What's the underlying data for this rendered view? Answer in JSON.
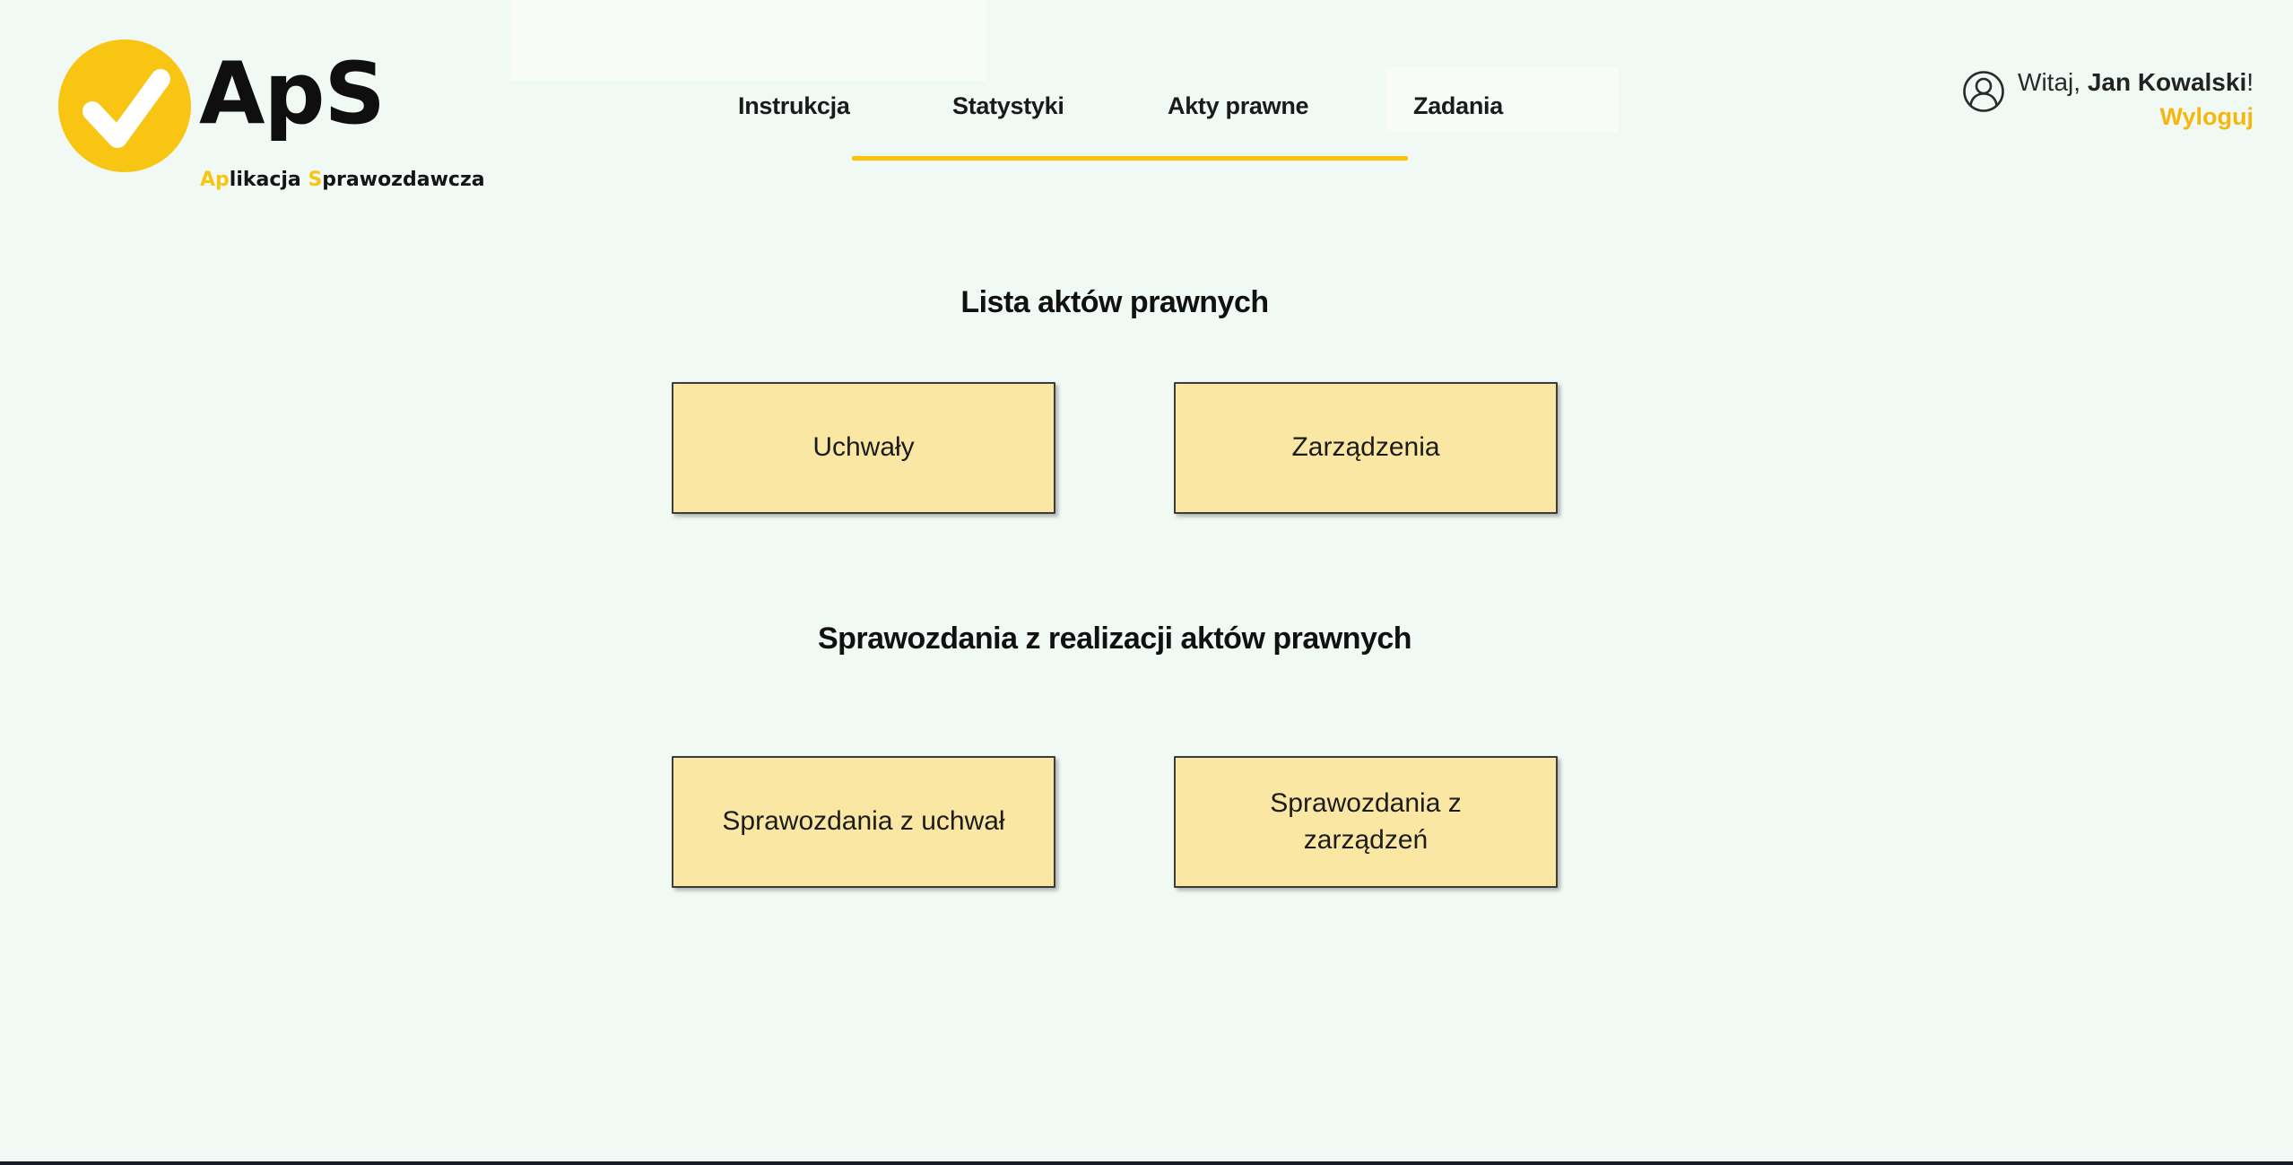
{
  "app": {
    "wordmark": "ApS",
    "subtitle": {
      "seg_ap": "Ap",
      "seg_likacja": "likacja ",
      "seg_s": "S",
      "seg_rest": "prawozdawcza"
    }
  },
  "colors": {
    "background": "#F0F9F3",
    "brand_yellow": "#F8C513",
    "nav_underline": "#FFC107",
    "tile_background": "#FBE7A4",
    "tile_border": "#3B3B3B",
    "logout_link": "#F6B70D",
    "footer_strip": "#161C26",
    "text_dark": "#1B1B1B"
  },
  "nav": {
    "items": [
      {
        "label": "Instrukcja"
      },
      {
        "label": "Statystyki"
      },
      {
        "label": "Akty prawne"
      },
      {
        "label": "Zadania"
      }
    ]
  },
  "user": {
    "greeting_prefix": "Witaj, ",
    "name": "Jan Kowalski",
    "greeting_suffix": "!",
    "logout_label": "Wyloguj"
  },
  "sections": [
    {
      "heading": "Lista aktów prawnych",
      "buttons": [
        {
          "label": "Uchwały"
        },
        {
          "label": "Zarządzenia"
        }
      ]
    },
    {
      "heading": "Sprawozdania z realizacji aktów prawnych",
      "buttons": [
        {
          "label": "Sprawozdania z uchwał"
        },
        {
          "label": "Sprawozdania z zarządzeń"
        }
      ]
    }
  ]
}
